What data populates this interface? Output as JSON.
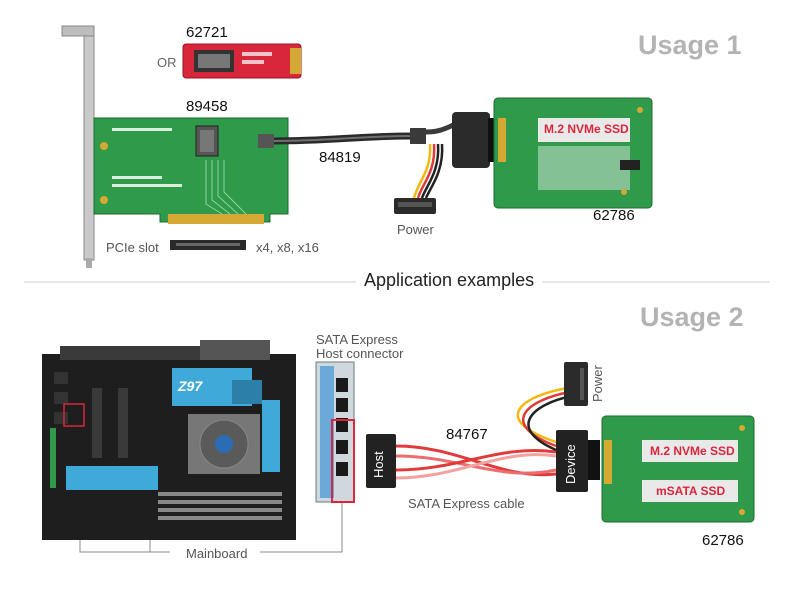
{
  "usage1": {
    "title": "Usage 1",
    "adapter_m2": "62721",
    "or": "OR",
    "pcie_card": "89458",
    "cable": "84819",
    "power": "Power",
    "ssd_label": "M.2 NVMe SSD",
    "ssd_board": "62786",
    "pcie_slot": "PCIe slot",
    "lanes": "x4, x8, x16"
  },
  "section_title": "Application examples",
  "usage2": {
    "title": "Usage 2",
    "host_connector": [
      "SATA Express",
      "Host connector"
    ],
    "cable": "84767",
    "power": "Power",
    "host_tag": "Host",
    "device_tag": "Device",
    "cable_label": "SATA Express cable",
    "ssd_nvme": "M.2 NVMe SSD",
    "ssd_msata": "mSATA SSD",
    "ssd_board": "62786",
    "mainboard": "Mainboard",
    "board_brand": "Z97"
  },
  "colors": {
    "pcb_green": "#2f9a4a",
    "ssd_red_label": "#d7263d",
    "adapter_red": "#d8263a",
    "heatsink_blue": "#3fa9d9",
    "cable_red": "#e03a3a",
    "wire_yellow": "#f2b90f"
  }
}
